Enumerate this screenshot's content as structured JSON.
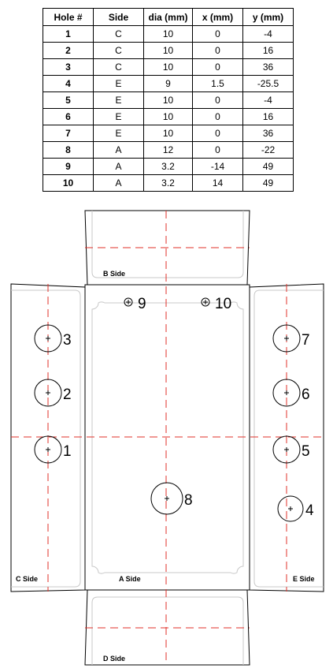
{
  "table": {
    "headers": [
      "Hole #",
      "Side",
      "dia (mm)",
      "x (mm)",
      "y (mm)"
    ],
    "rows": [
      [
        "1",
        "C",
        "10",
        "0",
        "-4"
      ],
      [
        "2",
        "C",
        "10",
        "0",
        "16"
      ],
      [
        "3",
        "C",
        "10",
        "0",
        "36"
      ],
      [
        "4",
        "E",
        "9",
        "1.5",
        "-25.5"
      ],
      [
        "5",
        "E",
        "10",
        "0",
        "-4"
      ],
      [
        "6",
        "E",
        "10",
        "0",
        "16"
      ],
      [
        "7",
        "E",
        "10",
        "0",
        "36"
      ],
      [
        "8",
        "A",
        "12",
        "0",
        "-22"
      ],
      [
        "9",
        "A",
        "3.2",
        "-14",
        "49"
      ],
      [
        "10",
        "A",
        "3.2",
        "14",
        "49"
      ]
    ]
  },
  "sides": {
    "a": "A Side",
    "b": "B Side",
    "c": "C Side",
    "d": "D Side",
    "e": "E Side"
  },
  "hole_labels": [
    "1",
    "2",
    "3",
    "4",
    "5",
    "6",
    "7",
    "8",
    "9",
    "10"
  ],
  "colors": {
    "outline": "#000000",
    "inner_outline": "#c8c8c8",
    "centerline": "#e0302a"
  }
}
